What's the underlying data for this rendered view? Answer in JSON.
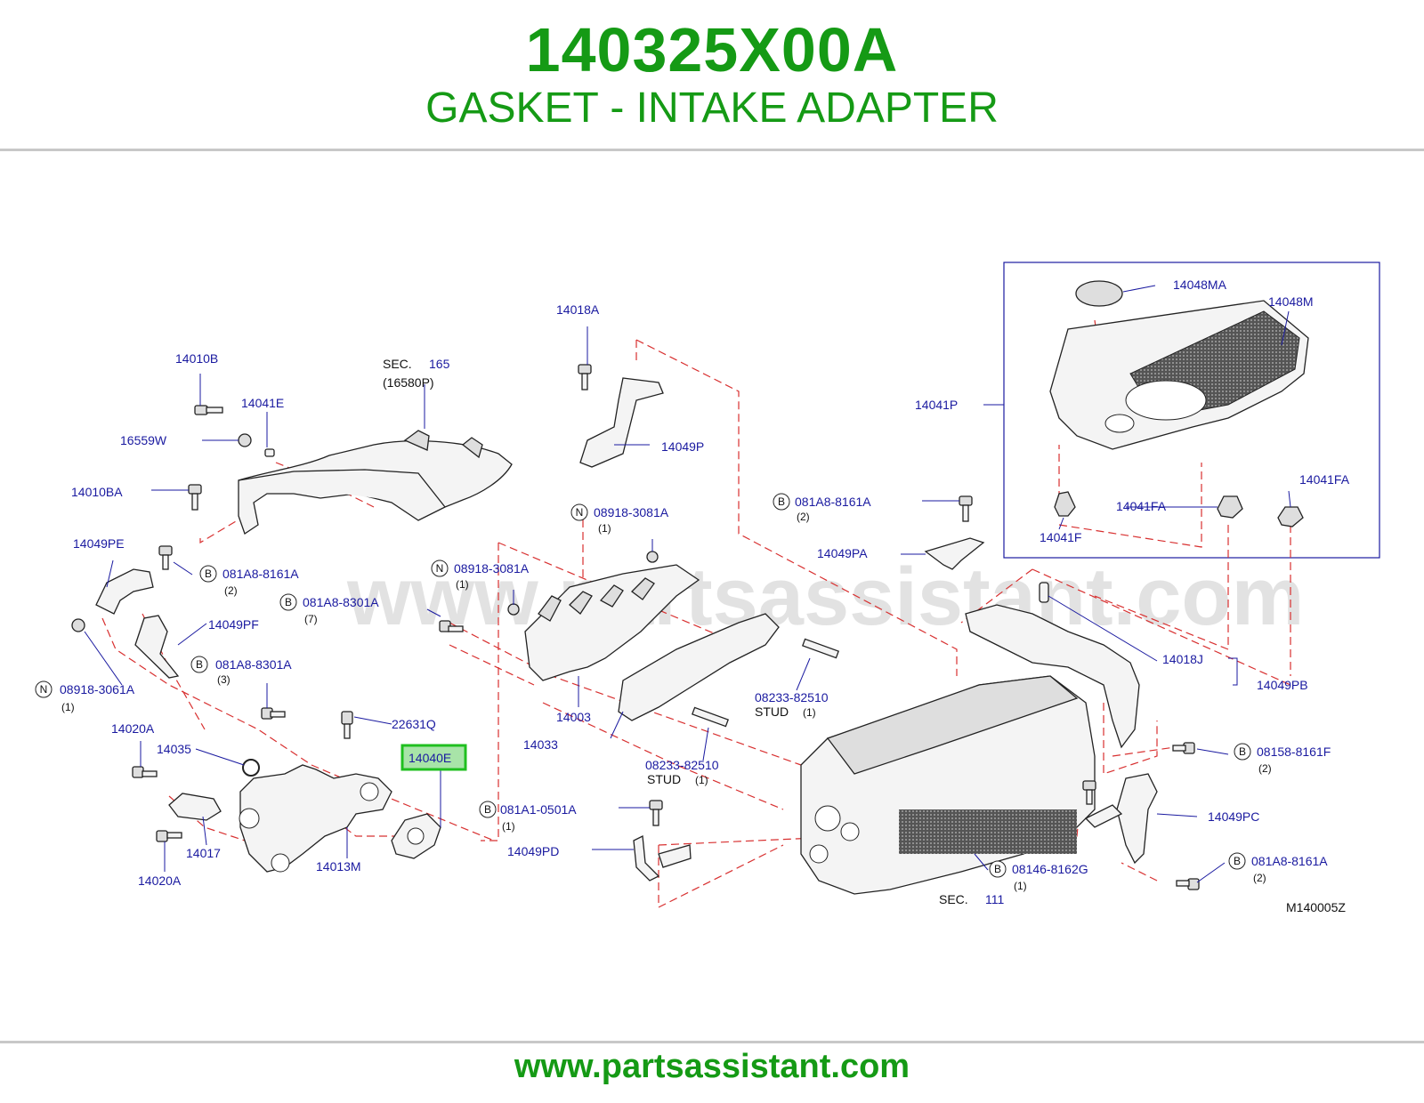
{
  "header": {
    "part_number": "140325X00A",
    "part_name": "GASKET - INTAKE ADAPTER"
  },
  "watermark": "www.partsassistant.com",
  "footer": {
    "url": "www.partsassistant.com"
  },
  "diagram": {
    "code": "M140005Z",
    "highlight_color": "#1fbf1f",
    "labels": {
      "p14018A": "14018A",
      "p14010B": "14010B",
      "sec_label": "SEC.",
      "sec165": "165",
      "p16580P": "(16580P)",
      "p14041E": "14041E",
      "p16559W": "16559W",
      "p14010BA": "14010BA",
      "p14049P": "14049P",
      "p08918_3081A_top": "08918-3081A",
      "qty1_top": "(1)",
      "p14049PE": "14049PE",
      "p081A8_8161A_left": "081A8-8161A",
      "qty2_left": "(2)",
      "p08918_3081A_mid": "08918-3081A",
      "qty1_mid": "(1)",
      "p081A8_8301A_7": "081A8-8301A",
      "qty7": "(7)",
      "p14049PF": "14049PF",
      "p081A8_8301A_3": "081A8-8301A",
      "qty3": "(3)",
      "p08918_3061A": "08918-3061A",
      "qty1_3061": "(1)",
      "p22631Q": "22631Q",
      "p14020A_top": "14020A",
      "p14035": "14035",
      "p14040E": "14040E",
      "p14003": "14003",
      "p14033": "14033",
      "p08233_82510_a": "08233-82510",
      "stud_a": "STUD",
      "qty1_stud_a": "(1)",
      "p08233_82510_b": "08233-82510",
      "stud_b": "STUD",
      "qty1_stud_b": "(1)",
      "p081A1_0501A": "081A1-0501A",
      "qty1_0501": "(1)",
      "p14049PD": "14049PD",
      "p14017": "14017",
      "p14013M": "14013M",
      "p14020A_bot": "14020A",
      "p14048MA": "14048MA",
      "p14048M": "14048M",
      "p14041P": "14041P",
      "p081A8_8161A_right": "081A8-8161A",
      "qty2_right": "(2)",
      "p14041FA_a": "14041FA",
      "p14041FA_b": "14041FA",
      "p14041F": "14041F",
      "p14049PA": "14049PA",
      "p14018J": "14018J",
      "p14049PB": "14049PB",
      "p08158_8161F": "08158-8161F",
      "qty2_8161F": "(2)",
      "p14049PC": "14049PC",
      "p081A8_8161A_br": "081A8-8161A",
      "qty2_br": "(2)",
      "p08146_8162G": "08146-8162G",
      "qty1_8162G": "(1)",
      "sec111": "111"
    },
    "badges": {
      "N": "N",
      "B": "B"
    }
  }
}
